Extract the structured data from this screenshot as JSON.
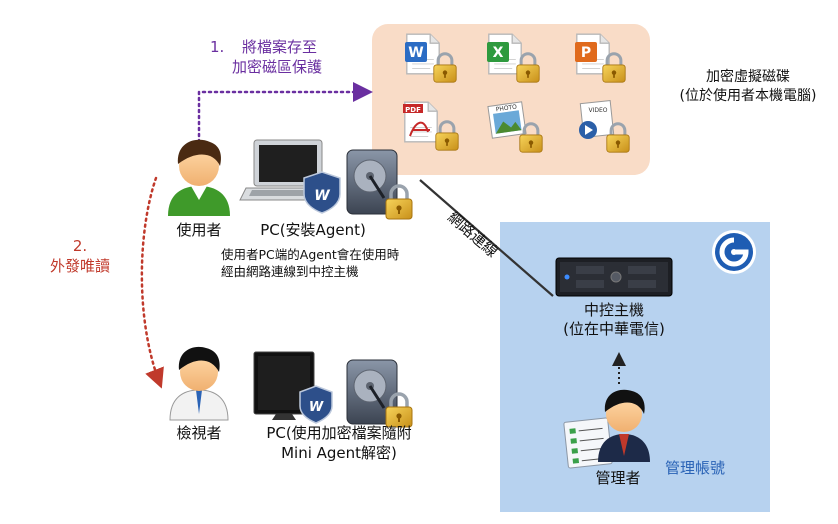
{
  "step1": {
    "number": "1.",
    "line1": "將檔案存至",
    "line2": "加密磁區保護"
  },
  "step2": {
    "number": "2.",
    "label": "外發唯讀"
  },
  "encrypted_disk": {
    "line1": "加密虛擬磁碟",
    "line2": "(位於使用者本機電腦)"
  },
  "file_icons": [
    "W",
    "X",
    "P",
    "PDF",
    "PHOTO",
    "VIDEO"
  ],
  "user": {
    "label": "使用者"
  },
  "pc_agent": {
    "label": "PC(安裝Agent)",
    "desc_line1": "使用者PC端的Agent會在使用時",
    "desc_line2": "經由網路連線到中控主機"
  },
  "network": {
    "label": "網路連線"
  },
  "server": {
    "line1": "中控主機",
    "line2": "(位在中華電信)"
  },
  "viewer": {
    "label": "檢視者"
  },
  "pc_mini": {
    "line1": "PC(使用加密檔案隨附",
    "line2": "Mini Agent解密)"
  },
  "admin": {
    "label": "管理者",
    "account": "管理帳號"
  },
  "colors": {
    "purple": "#6a2fa0",
    "red": "#c0392b",
    "peach": "#f9dcc7",
    "blue_panel": "#b7d2ef",
    "accent_blue": "#2a63b6"
  }
}
